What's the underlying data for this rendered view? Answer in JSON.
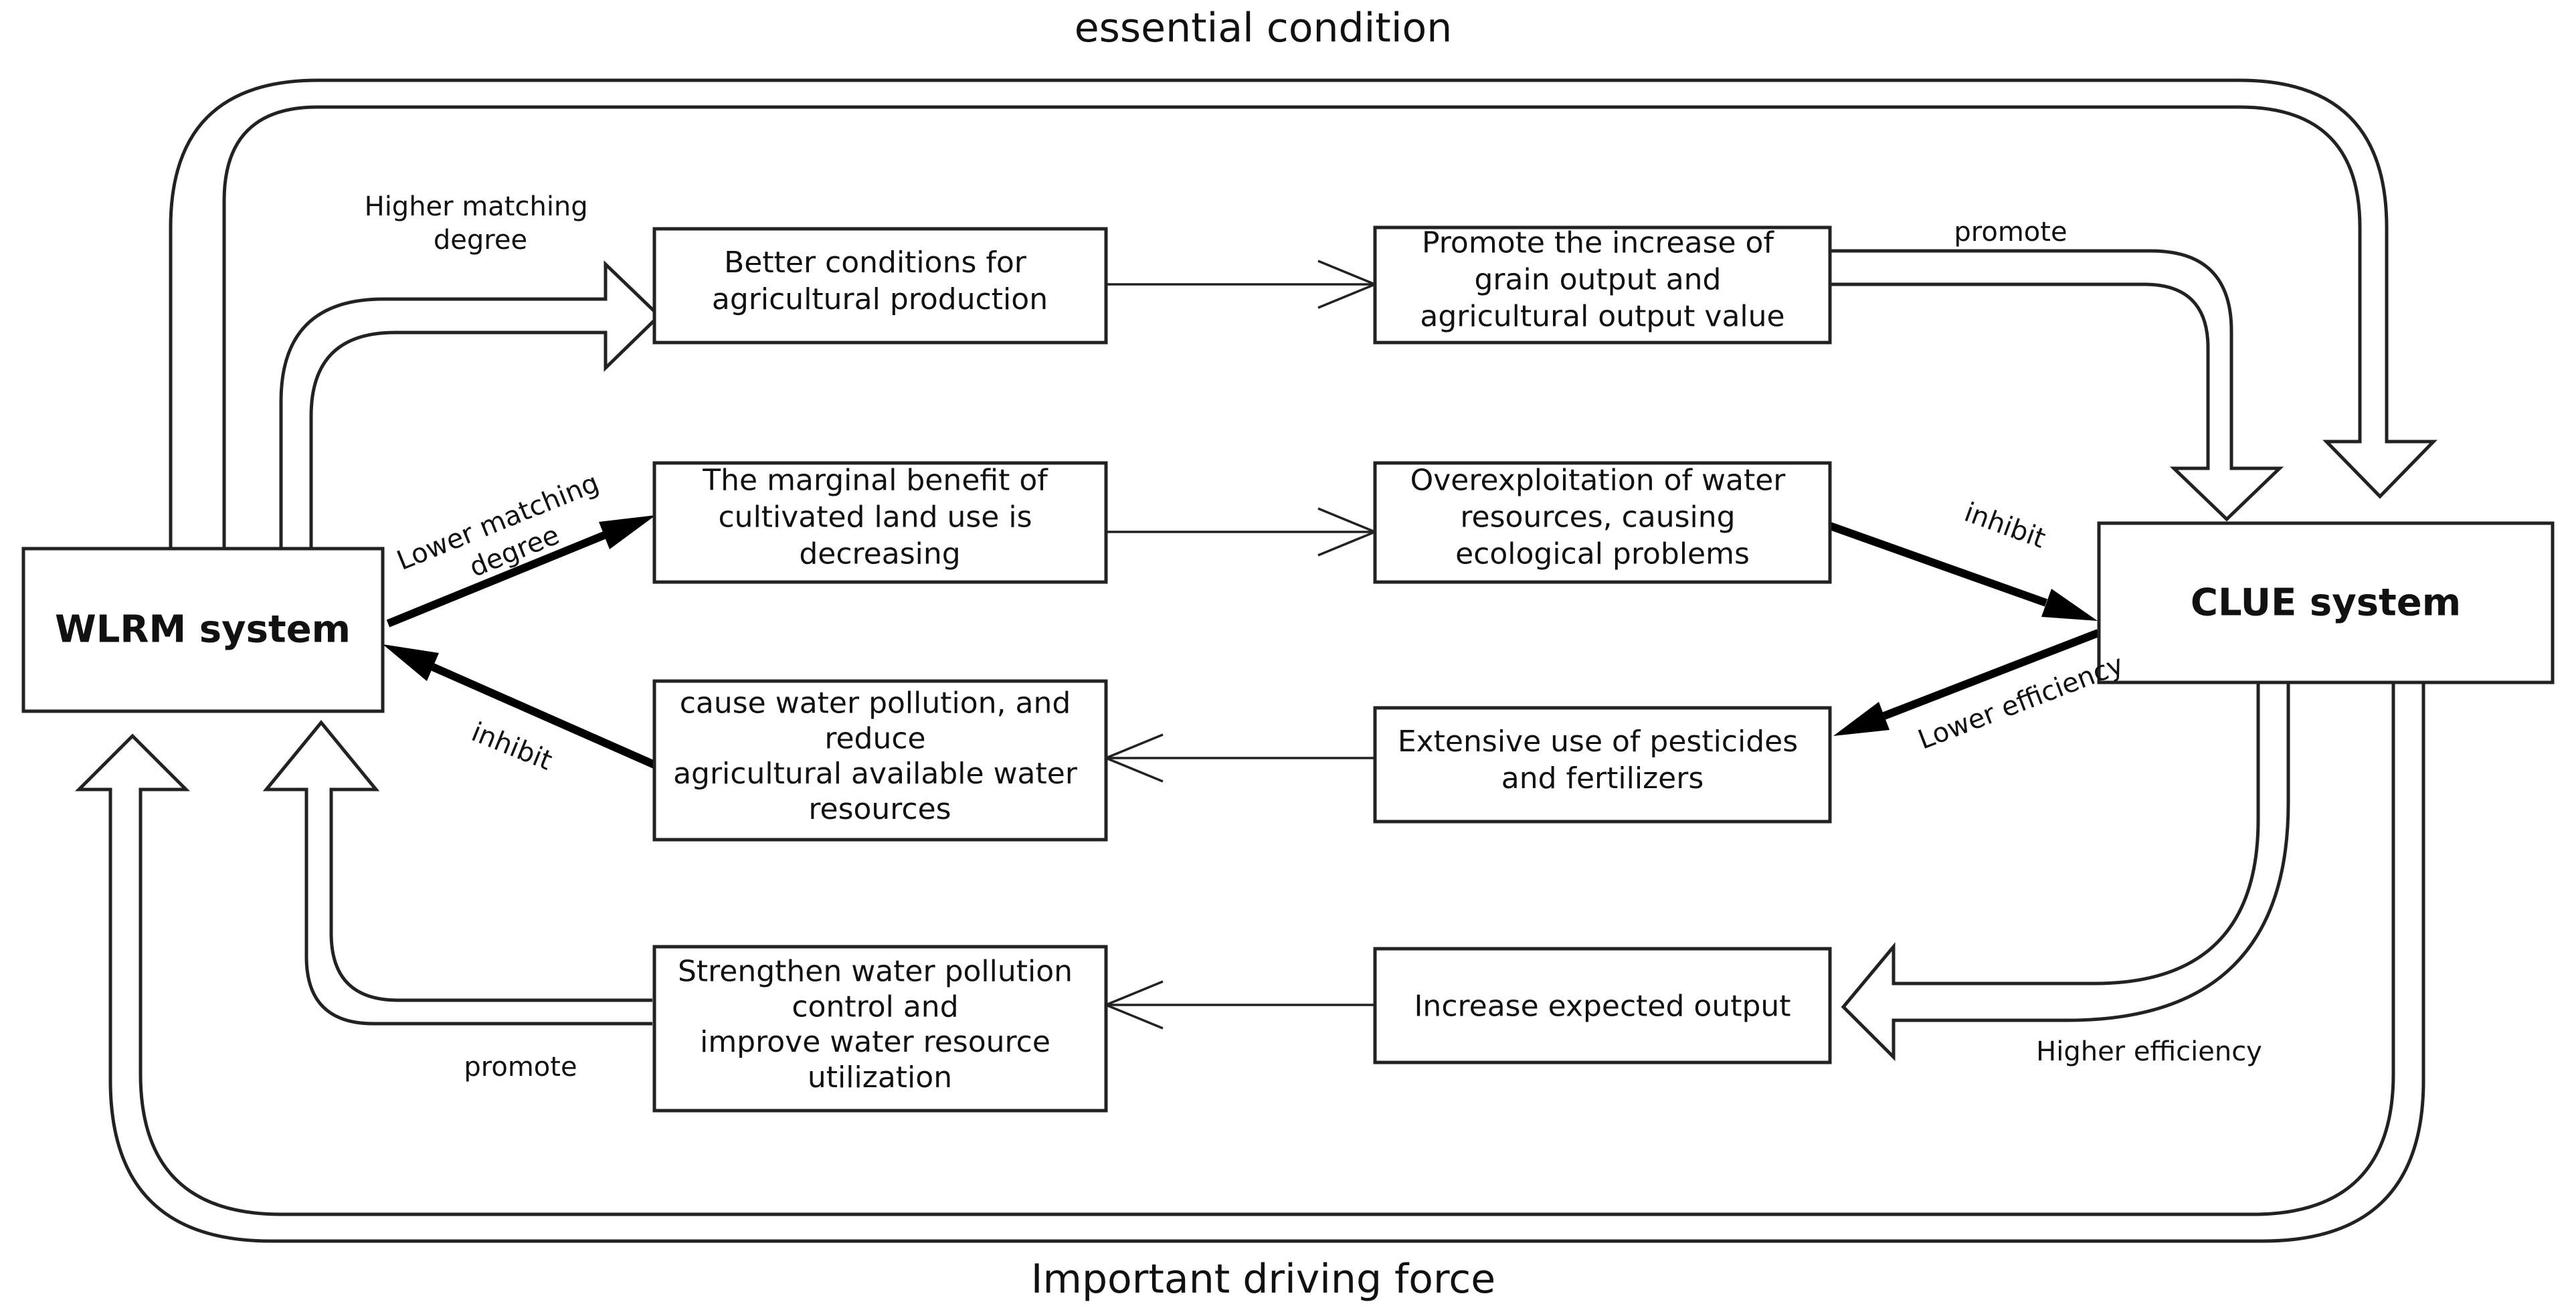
{
  "captions": {
    "top": "essential condition",
    "bottom": "Important driving force"
  },
  "systems": {
    "left": "WLRM system",
    "right": "CLUE system"
  },
  "boxes": {
    "top_left": [
      "Better conditions for",
      "agricultural production"
    ],
    "top_right": [
      "Promote the increase of",
      "grain output and",
      "agricultural output value"
    ],
    "mid_left": [
      "The marginal benefit of",
      "cultivated land use is",
      "decreasing"
    ],
    "mid_right": [
      "Overexploitation of water",
      "resources, causing",
      "ecological problems"
    ],
    "low_left": [
      "cause water pollution, and",
      "reduce",
      "agricultural available water",
      "resources"
    ],
    "low_right": [
      "Extensive use of pesticides",
      "and fertilizers"
    ],
    "bot_left": [
      "Strengthen water pollution",
      "control and",
      "improve water resource",
      "utilization"
    ],
    "bot_right": [
      "Increase expected output"
    ]
  },
  "edge_labels": {
    "higher_matching": [
      "Higher matching",
      "degree"
    ],
    "promote_top": "promote",
    "lower_matching": [
      "Lower matching",
      "degree"
    ],
    "inhibit_right": "inhibit",
    "lower_efficiency": "Lower  efficiency",
    "inhibit_left": "inhibit",
    "higher_efficiency": "Higher efficiency",
    "promote_bottom": "promote"
  }
}
